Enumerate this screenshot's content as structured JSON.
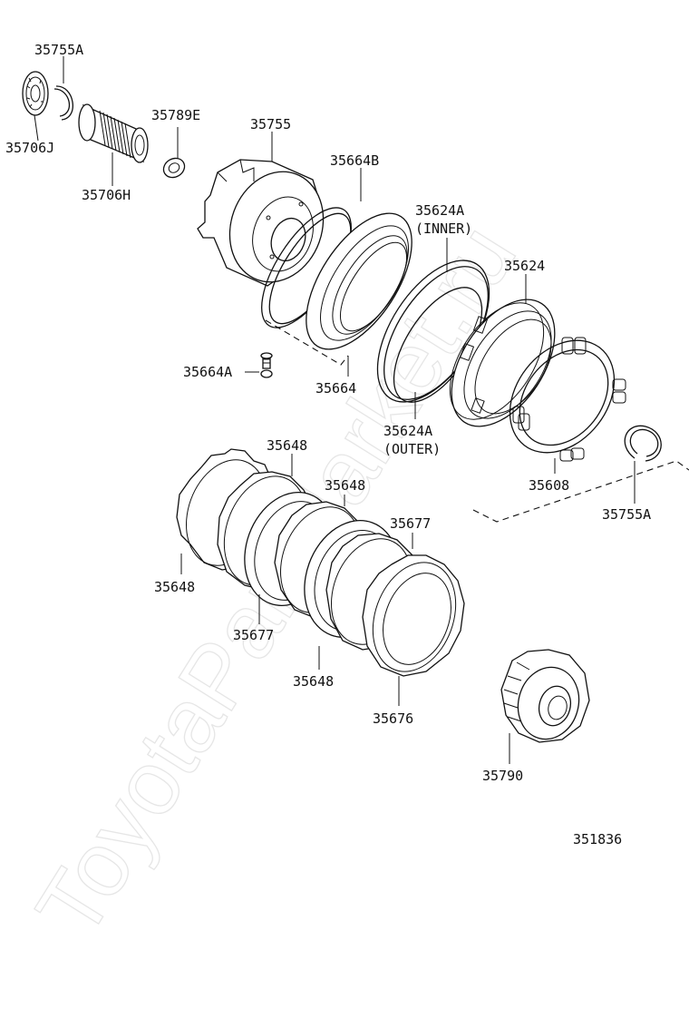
{
  "diagram": {
    "watermark": "ToyotaPartMarket.ru",
    "figure_number": "351836",
    "labels": {
      "p35755A_top": "35755A",
      "p35706J": "35706J",
      "p35706H": "35706H",
      "p35789E": "35789E",
      "p35755": "35755",
      "p35664B": "35664B",
      "p35624A_inner": "35624A",
      "inner_note": "(INNER)",
      "p35624": "35624",
      "p35664A": "35664A",
      "p35664": "35664",
      "p35624A_outer": "35624A",
      "outer_note": "(OUTER)",
      "p35608": "35608",
      "p35755A_right": "35755A",
      "p35648_a": "35648",
      "p35648_b": "35648",
      "p35677_a": "35677",
      "p35648_c": "35648",
      "p35677_b": "35677",
      "p35648_d": "35648",
      "p35676": "35676",
      "p35790": "35790"
    }
  }
}
